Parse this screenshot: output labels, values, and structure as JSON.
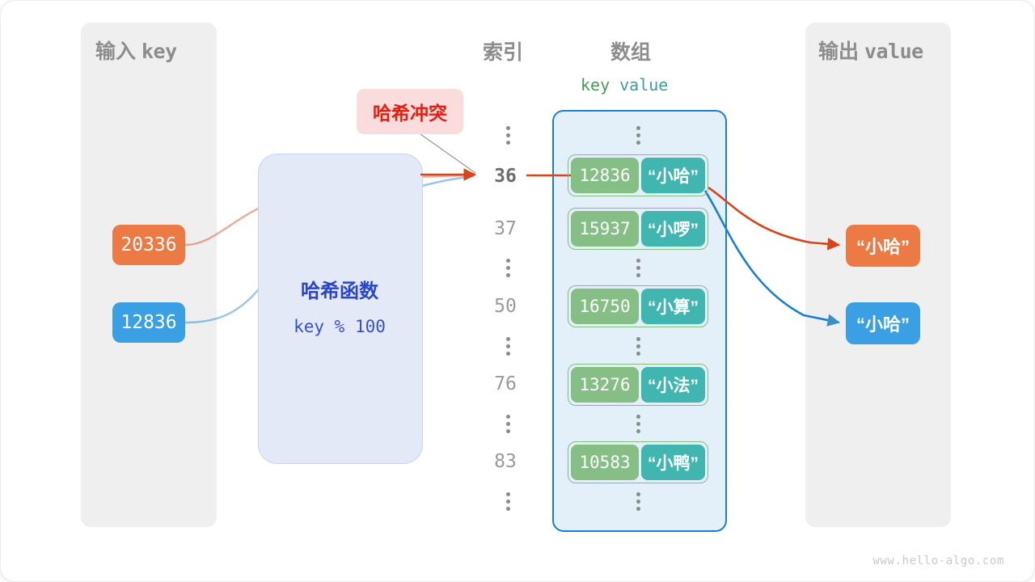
{
  "watermark": "www.hello-algo.com",
  "panels": {
    "input": {
      "title_cn": "输入",
      "title_mono": "key"
    },
    "output": {
      "title_cn": "输出",
      "title_mono": "value"
    }
  },
  "headings": {
    "index": "索引",
    "array": "数组",
    "key": "key",
    "value": "value"
  },
  "hash_function": {
    "label": "哈希函数",
    "formula": "key % 100"
  },
  "collision": {
    "label": "哈希冲突"
  },
  "inputs": [
    {
      "key": "20336",
      "color": "#ec7a45"
    },
    {
      "key": "12836",
      "color": "#3aa0e3"
    }
  ],
  "outputs": [
    {
      "value": "“小哈”",
      "color": "#ec7a45"
    },
    {
      "value": "“小哈”",
      "color": "#3aa0e3"
    }
  ],
  "indices": [
    {
      "label": "36",
      "active": true
    },
    {
      "label": "37",
      "active": false
    },
    {
      "label": "50",
      "active": false
    },
    {
      "label": "76",
      "active": false
    },
    {
      "label": "83",
      "active": false
    }
  ],
  "buckets": [
    {
      "key": "12836",
      "value": "“小哈”"
    },
    {
      "key": "15937",
      "value": "“小啰”"
    },
    {
      "key": "16750",
      "value": "“小算”"
    },
    {
      "key": "13276",
      "value": "“小法”"
    },
    {
      "key": "10583",
      "value": "“小鸭”"
    }
  ],
  "colors": {
    "panel_bg": "#efefef",
    "array_bg": "#e3f0fa",
    "array_border": "#1b7fd0",
    "cell_key_bg": "#85bf85",
    "cell_value_bg": "#41b6b0",
    "cell_border": "#84bb7e",
    "hash_bg": "#e4e9f8",
    "hash_text": "#2a45c8",
    "collision_bg": "#fbdcdc",
    "collision_text": "#e31f12",
    "wire_orange": "#d9441a",
    "wire_blue": "#1b7fd0",
    "heading_text": "#8d8d8d"
  }
}
